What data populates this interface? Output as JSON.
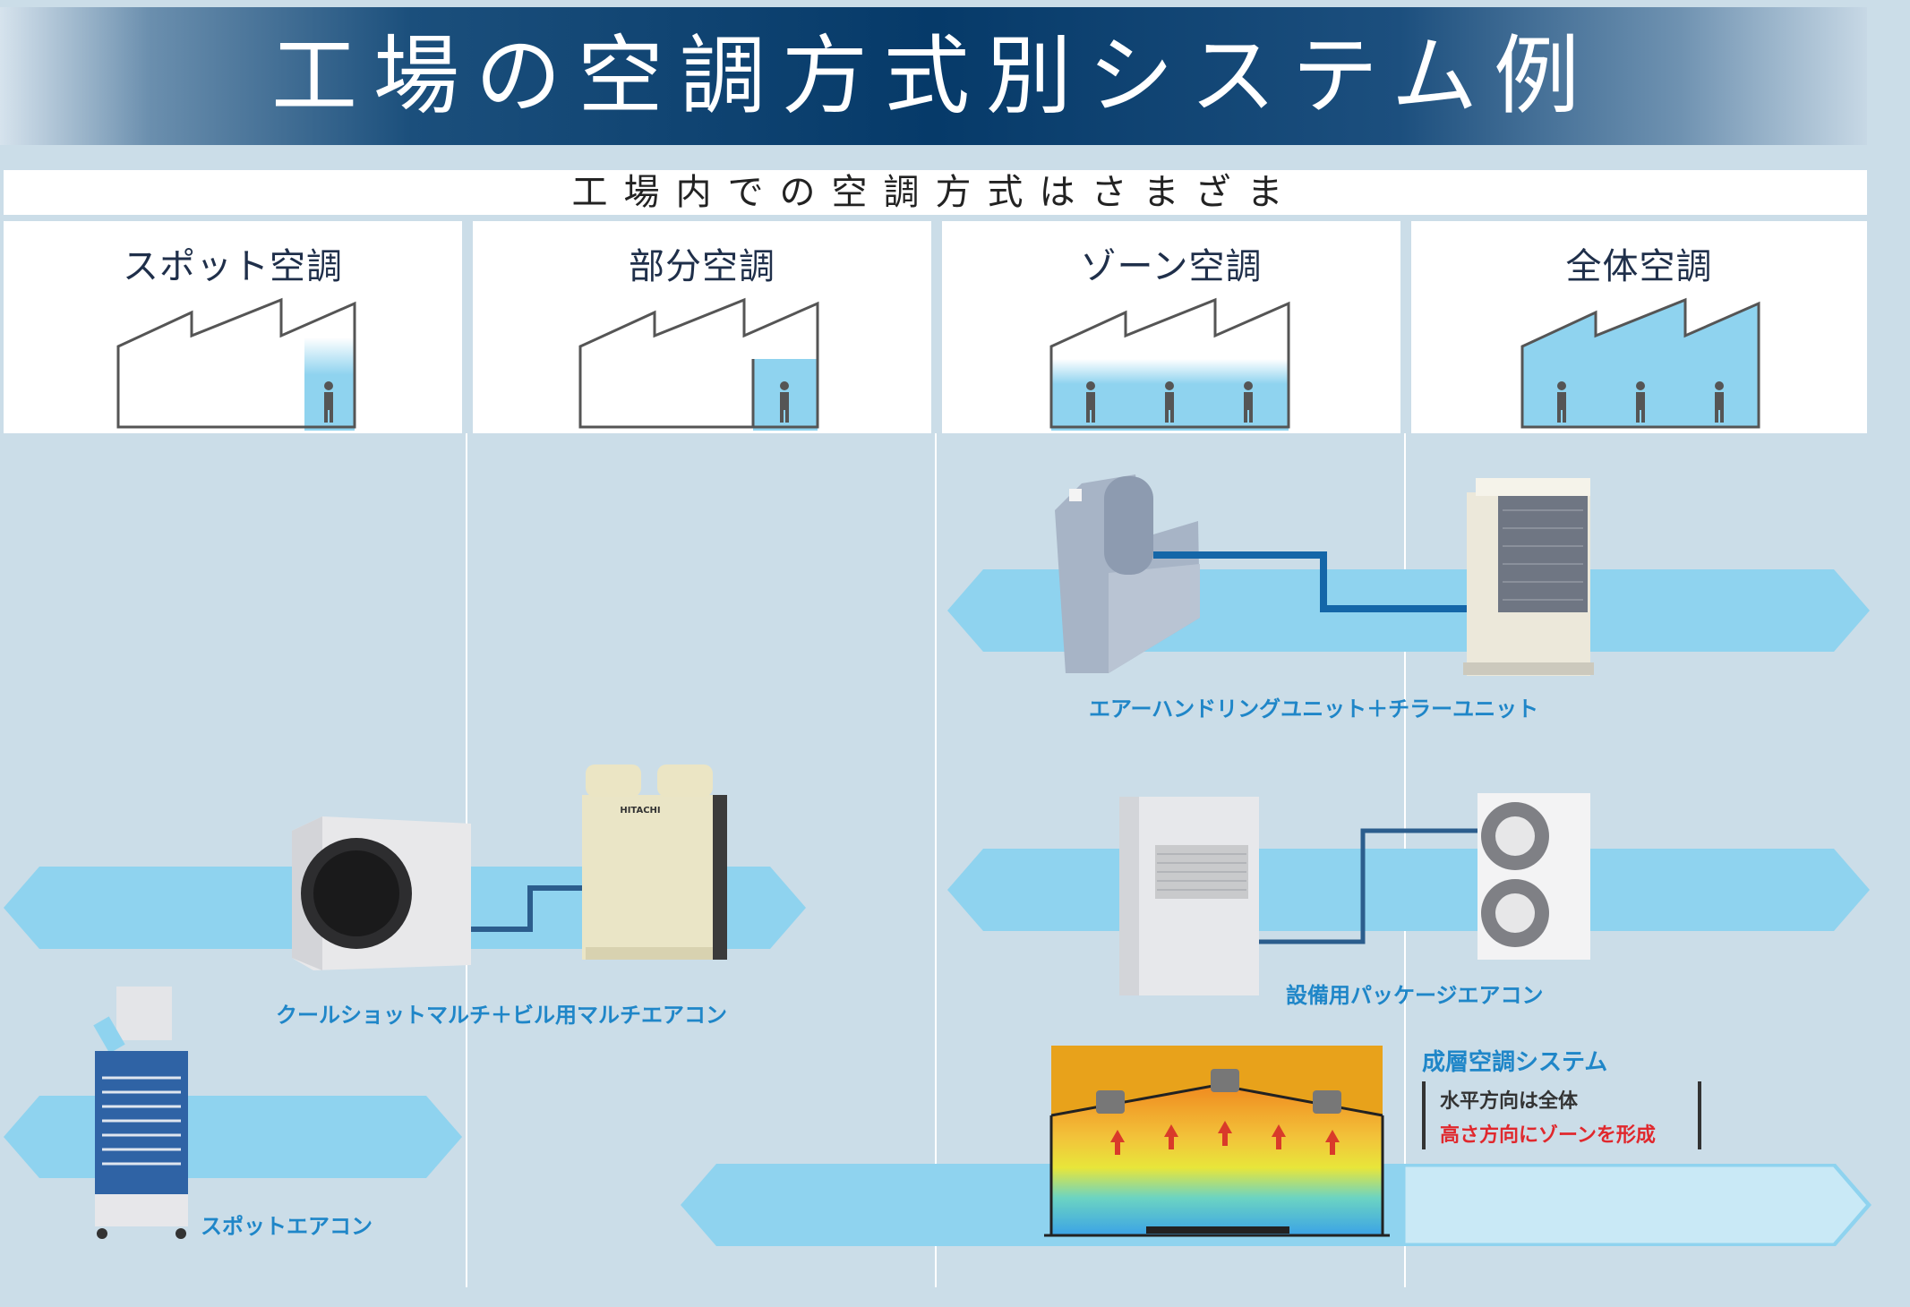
{
  "header": {
    "title": "工場の空調方式別システム例",
    "subtitle": "工場内での空調方式はさまざま"
  },
  "columns": [
    {
      "label": "スポット空調"
    },
    {
      "label": "部分空調"
    },
    {
      "label": "ゾーン空調"
    },
    {
      "label": "全体空調"
    }
  ],
  "products": {
    "ahu_chiller": "エアーハンドリングユニット＋チラーユニット",
    "cool_shot_multi": "クールショットマルチ＋ビル用マルチエアコン",
    "package_ac": "設備用パッケージエアコン",
    "spot_ac": "スポットエアコン",
    "multi_unit_brand": "HITACHI"
  },
  "stratified": {
    "title": "成層空調システム",
    "line1": "水平方向は全体",
    "line2": "高さ方向にゾーンを形成"
  },
  "colors": {
    "banner": "#063a69",
    "band": "#8fd3ef",
    "label": "#1f86c8",
    "highlight": "#e0282d"
  }
}
